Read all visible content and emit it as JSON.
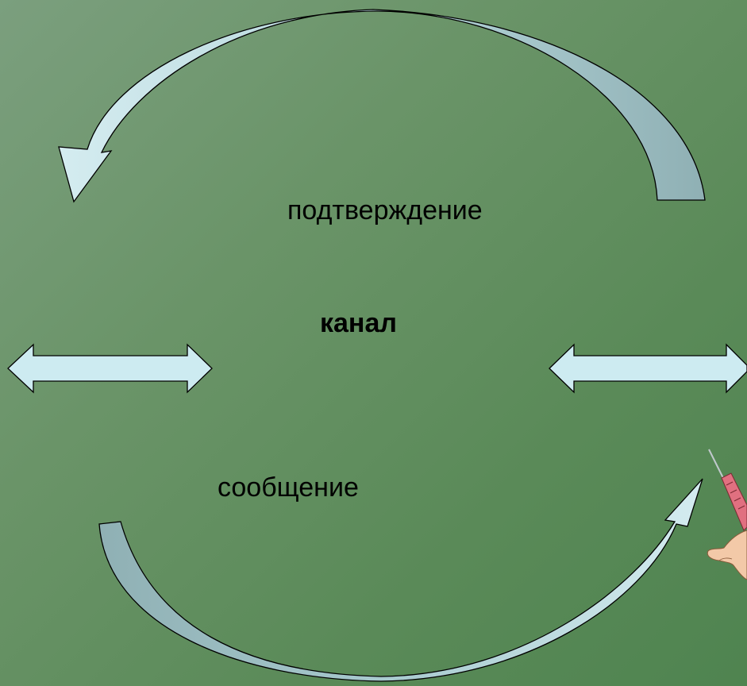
{
  "labels": {
    "confirmation": "подтверждение",
    "channel": "канал",
    "message": "сообщение"
  },
  "colors": {
    "arrow_light": "#c8e6ec",
    "arrow_dark": "#8fb0b4",
    "arrow_stroke": "#000000",
    "background_start": "#7b9f7e",
    "background_end": "#4f8450",
    "syringe_barrel": "#e07080",
    "hand": "#f3c9a8"
  }
}
